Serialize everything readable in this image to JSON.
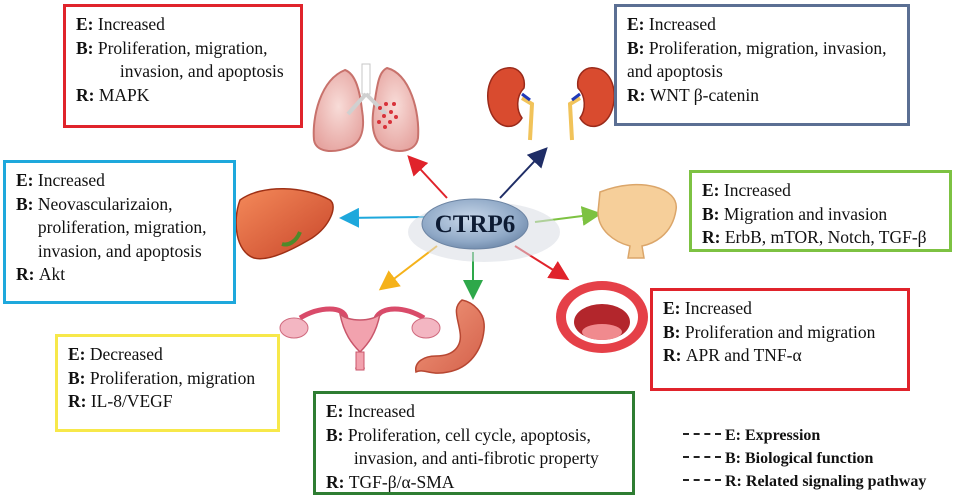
{
  "hub": {
    "label": "CTRP6"
  },
  "colors": {
    "red": "#e0232b",
    "navy": "#1f2d66",
    "sky": "#1ea8dc",
    "lime": "#7dc242",
    "yellow": "#f7e84a",
    "darkgreen": "#2e7d32",
    "orange": "#f5b21a",
    "green": "#2ea84a"
  },
  "boxes": {
    "lung": {
      "rows": [
        {
          "key": "E:",
          "lines": [
            "Increased"
          ]
        },
        {
          "key": "B:",
          "lines": [
            "Proliferation, migration,",
            "invasion, and apoptosis"
          ]
        },
        {
          "key": "R:",
          "lines": [
            "MAPK"
          ]
        }
      ]
    },
    "kidney": {
      "rows": [
        {
          "key": "E:",
          "lines": [
            "Increased"
          ]
        },
        {
          "key": "B:",
          "lines": [
            "Proliferation, migration, invasion,"
          ]
        },
        {
          "key": "",
          "lines": [
            "and apoptosis"
          ]
        },
        {
          "key": "R:",
          "lines": [
            "WNT β-catenin"
          ]
        }
      ]
    },
    "liver": {
      "rows": [
        {
          "key": "E:",
          "lines": [
            "Increased"
          ]
        },
        {
          "key": "B:",
          "lines": [
            "Neovascularizaion,",
            "proliferation, migration,",
            "invasion, and apoptosis"
          ]
        },
        {
          "key": "R:",
          "lines": [
            "Akt"
          ]
        }
      ]
    },
    "bladder": {
      "rows": [
        {
          "key": "E:",
          "lines": [
            "Increased"
          ]
        },
        {
          "key": "B:",
          "lines": [
            "Migration and  invasion"
          ]
        },
        {
          "key": "R:",
          "lines": [
            "ErbB, mTOR, Notch, TGF-β"
          ]
        }
      ]
    },
    "mouth": {
      "rows": [
        {
          "key": "E:",
          "lines": [
            "Increased"
          ]
        },
        {
          "key": "B:",
          "lines": [
            "Proliferation and migration"
          ]
        },
        {
          "key": "R:",
          "lines": [
            "APR and TNF-α"
          ]
        }
      ]
    },
    "ovary": {
      "rows": [
        {
          "key": "E:",
          "lines": [
            "Decreased"
          ]
        },
        {
          "key": "B:",
          "lines": [
            "Proliferation, migration"
          ]
        },
        {
          "key": "R:",
          "lines": [
            "IL-8/VEGF"
          ]
        }
      ]
    },
    "stomach": {
      "rows": [
        {
          "key": "E:",
          "lines": [
            "Increased"
          ]
        },
        {
          "key": "B:",
          "lines": [
            "Proliferation, cell cycle, apoptosis,",
            "invasion, and anti-fibrotic property"
          ]
        },
        {
          "key": "R:",
          "lines": [
            "TGF-β/α-SMA"
          ]
        }
      ]
    }
  },
  "legend": [
    {
      "text": "E: Expression"
    },
    {
      "text": "B: Biological function"
    },
    {
      "text": "R: Related signaling pathway"
    }
  ]
}
